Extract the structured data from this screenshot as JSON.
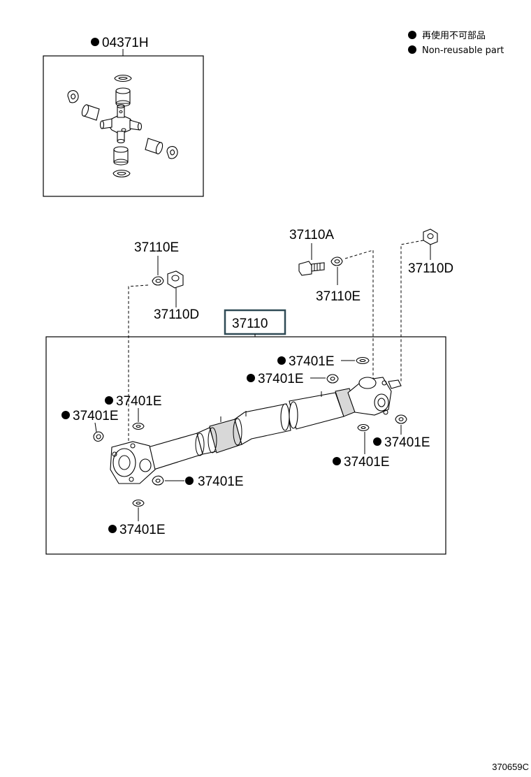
{
  "legend": {
    "symbol_label_jp": "再使用不可部品",
    "symbol_label_en": "Non-reusable part"
  },
  "inset": {
    "part_number": "04371H",
    "non_reusable": true
  },
  "main_assembly": {
    "part_number": "37110"
  },
  "callouts": [
    {
      "id": "c1",
      "text": "37110E",
      "non_reusable": false
    },
    {
      "id": "c2",
      "text": "37110D",
      "non_reusable": false
    },
    {
      "id": "c3",
      "text": "37110A",
      "non_reusable": false
    },
    {
      "id": "c4",
      "text": "37110E",
      "non_reusable": false
    },
    {
      "id": "c5",
      "text": "37110D",
      "non_reusable": false
    },
    {
      "id": "c6",
      "text": "37401E",
      "non_reusable": true
    },
    {
      "id": "c7",
      "text": "37401E",
      "non_reusable": true
    },
    {
      "id": "c8",
      "text": "37401E",
      "non_reusable": true
    },
    {
      "id": "c9",
      "text": "37401E",
      "non_reusable": true
    },
    {
      "id": "c10",
      "text": "37401E",
      "non_reusable": true
    },
    {
      "id": "c11",
      "text": "37401E",
      "non_reusable": true
    },
    {
      "id": "c12",
      "text": "37401E",
      "non_reusable": true
    },
    {
      "id": "c13",
      "text": "37401E",
      "non_reusable": true
    }
  ],
  "drawing_number": "370659C"
}
